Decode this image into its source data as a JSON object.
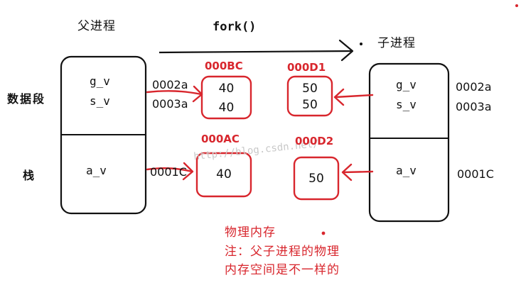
{
  "parent": {
    "label": "父进程",
    "data_vars": [
      "g_v",
      "s_v"
    ],
    "stack_vars": [
      "a_v"
    ]
  },
  "child": {
    "label": "子进程",
    "data_vars": [
      "g_v",
      "s_v"
    ],
    "stack_vars": [
      "a_v"
    ]
  },
  "segments": {
    "data": "数据段",
    "stack": "栈"
  },
  "fork_label": "fork()",
  "virtual_addresses": {
    "parent_g_v": "0002a",
    "parent_s_v": "0003a",
    "parent_a_v": "0001C",
    "child_g_v": "0002a",
    "child_s_v": "0003a",
    "child_a_v": "0001C"
  },
  "physical": {
    "parent_data": {
      "addr": "000BC",
      "values": [
        "40",
        "40"
      ]
    },
    "parent_stack": {
      "addr": "000AC",
      "values": [
        "40"
      ]
    },
    "child_data": {
      "addr": "000D1",
      "values": [
        "50",
        "50"
      ]
    },
    "child_stack": {
      "addr": "000D2",
      "values": [
        "50"
      ]
    }
  },
  "notes": {
    "title": "物理内存",
    "line1": "注：父子进程的物理",
    "line2": "内存空间是不一样的"
  },
  "watermark": "http://blog.csdn.net/",
  "colors": {
    "ink": "#111111",
    "accent": "#d8262d"
  }
}
